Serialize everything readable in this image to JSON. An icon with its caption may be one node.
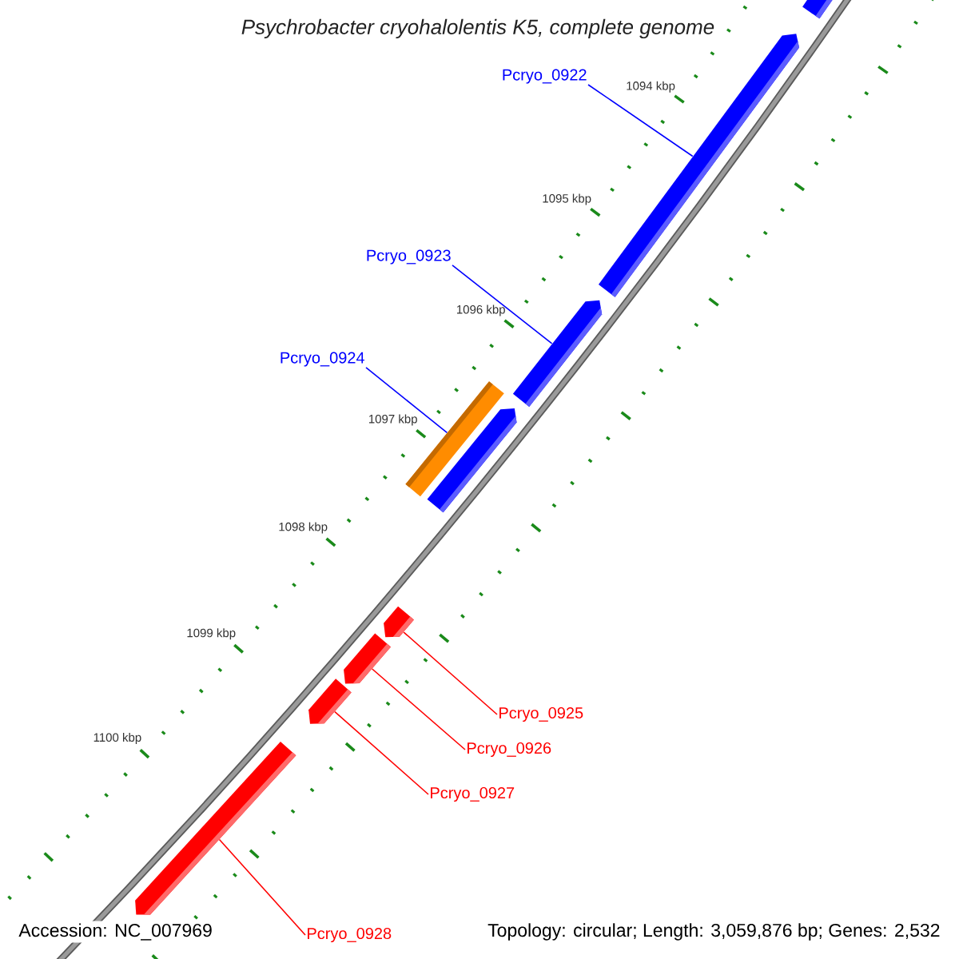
{
  "diagram": {
    "title": "Psychrobacter cryohalolentis K5, complete genome",
    "nodes": [
      {
        "text": [
          "Pcryo_0922"
        ]
      },
      {
        "text": [
          "Pcryo_0923"
        ]
      },
      {
        "text": [
          "Pcryo_0924"
        ]
      },
      {
        "text": [
          "Pcryo_0925"
        ]
      },
      {
        "text": [
          "Pcryo_0926"
        ]
      },
      {
        "text": [
          "Pcryo_0927"
        ]
      },
      {
        "text": [
          "Pcryo_0928"
        ]
      },
      {
        "text": [],
        "shape": "bar"
      },
      {
        "text": [],
        "shape": "bar"
      },
      {
        "text": [],
        "shape": "bar"
      },
      {
        "text": [],
        "shape": "bar"
      },
      {
        "text": [],
        "shape": "bar"
      },
      {
        "text": [],
        "shape": "bar"
      },
      {
        "text": [],
        "shape": "bar"
      },
      {
        "text": [],
        "shape": "bar"
      },
      {
        "text": [],
        "shape": "bar"
      }
    ],
    "edges": [
      {
        "from": 0,
        "to": 8,
        "arrow": "none",
        "color": "#0000ff"
      },
      {
        "from": 1,
        "to": 9,
        "arrow": "none",
        "color": "#0000ff"
      },
      {
        "from": 2,
        "to": 10,
        "arrow": "none",
        "color": "#0000ff"
      },
      {
        "from": 3,
        "to": 12,
        "arrow": "none",
        "color": "#ff0000"
      },
      {
        "from": 4,
        "to": 13,
        "arrow": "none",
        "color": "#ff0000"
      },
      {
        "from": 5,
        "to": 14,
        "arrow": "none",
        "color": "#ff0000"
      },
      {
        "from": 6,
        "to": 15,
        "arrow": "none",
        "color": "#ff0000"
      }
    ],
    "labels": [
      "1094 kbp",
      "1095 kbp",
      "1096 kbp",
      "1097 kbp",
      "1098 kbp",
      "1099 kbp",
      "1100 kbp",
      "Accession: NC_007969",
      "Topology: circular; Length: 3,059,876 bp; Genes: 2,532"
    ]
  }
}
